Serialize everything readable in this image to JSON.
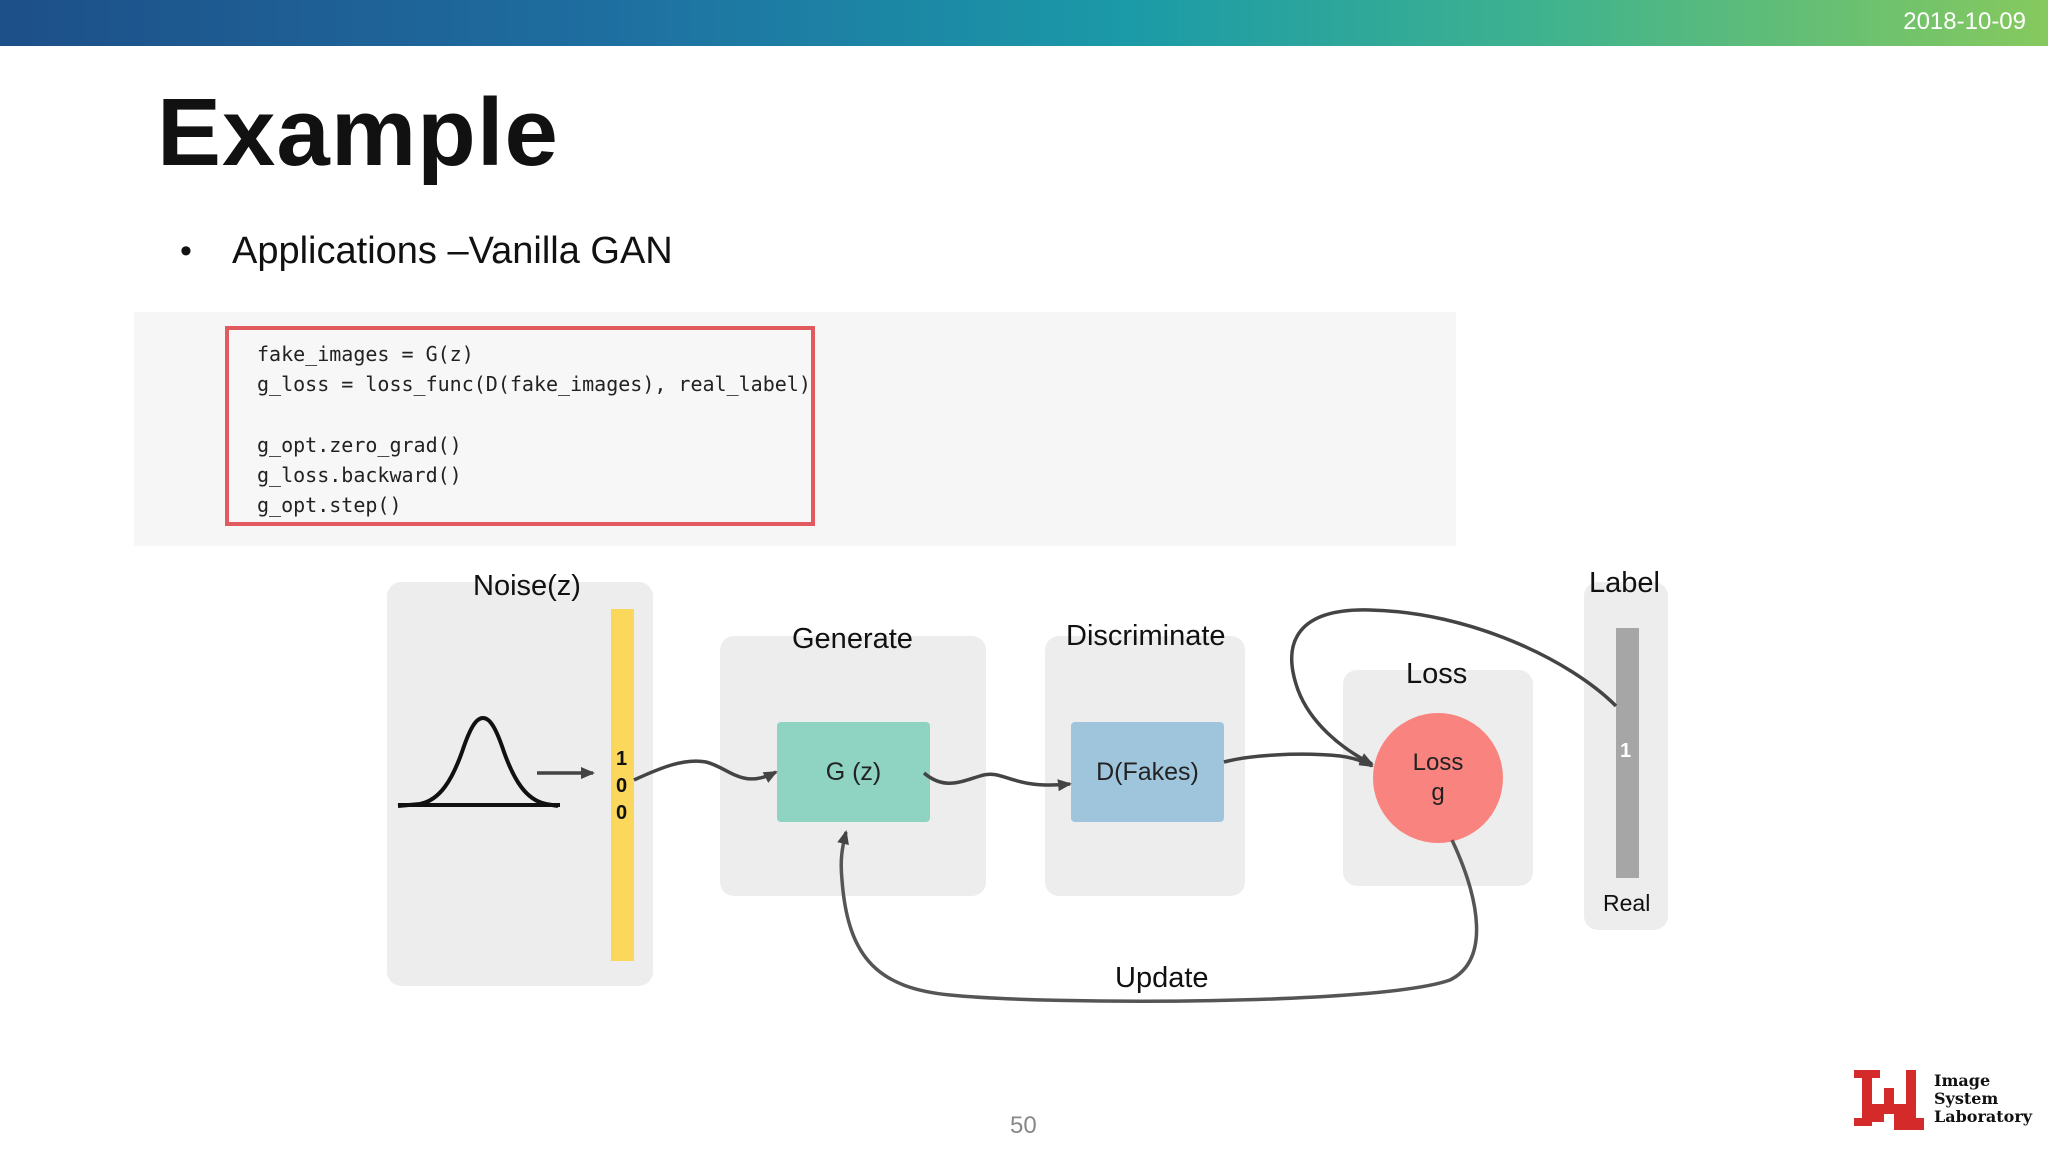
{
  "header": {
    "date": "2018-10-09"
  },
  "slide": {
    "title": "Example",
    "bullet": "Applications –Vanilla GAN",
    "page_number": "50"
  },
  "code": {
    "lines": [
      "fake_images = G(z)",
      "g_loss = loss_func(D(fake_images), real_label)",
      "",
      "g_opt.zero_grad()",
      "g_loss.backward()",
      "g_opt.step()"
    ],
    "highlight_color": "#e05a5f"
  },
  "diagram": {
    "noise_label": "Noise(z)",
    "noise_vector": [
      "1",
      "0",
      "0"
    ],
    "generate_label": "Generate",
    "generator_node": "G (z)",
    "discriminate_label": "Discriminate",
    "discriminator_node": "D(Fakes)",
    "loss_label": "Loss",
    "loss_node_line1": "Loss",
    "loss_node_line2": "g",
    "label_title": "Label",
    "label_value": "1",
    "label_caption": "Real",
    "update_label": "Update",
    "colors": {
      "noise_vector": "#fbd75c",
      "generator": "#8fd3c3",
      "discriminator": "#9fc5dd",
      "loss": "#f9847f",
      "label_vector": "#a6a6a6"
    }
  },
  "logo": {
    "line1": "Image",
    "line2": "System",
    "line3": "Laboratory",
    "color": "#d42a2a"
  }
}
